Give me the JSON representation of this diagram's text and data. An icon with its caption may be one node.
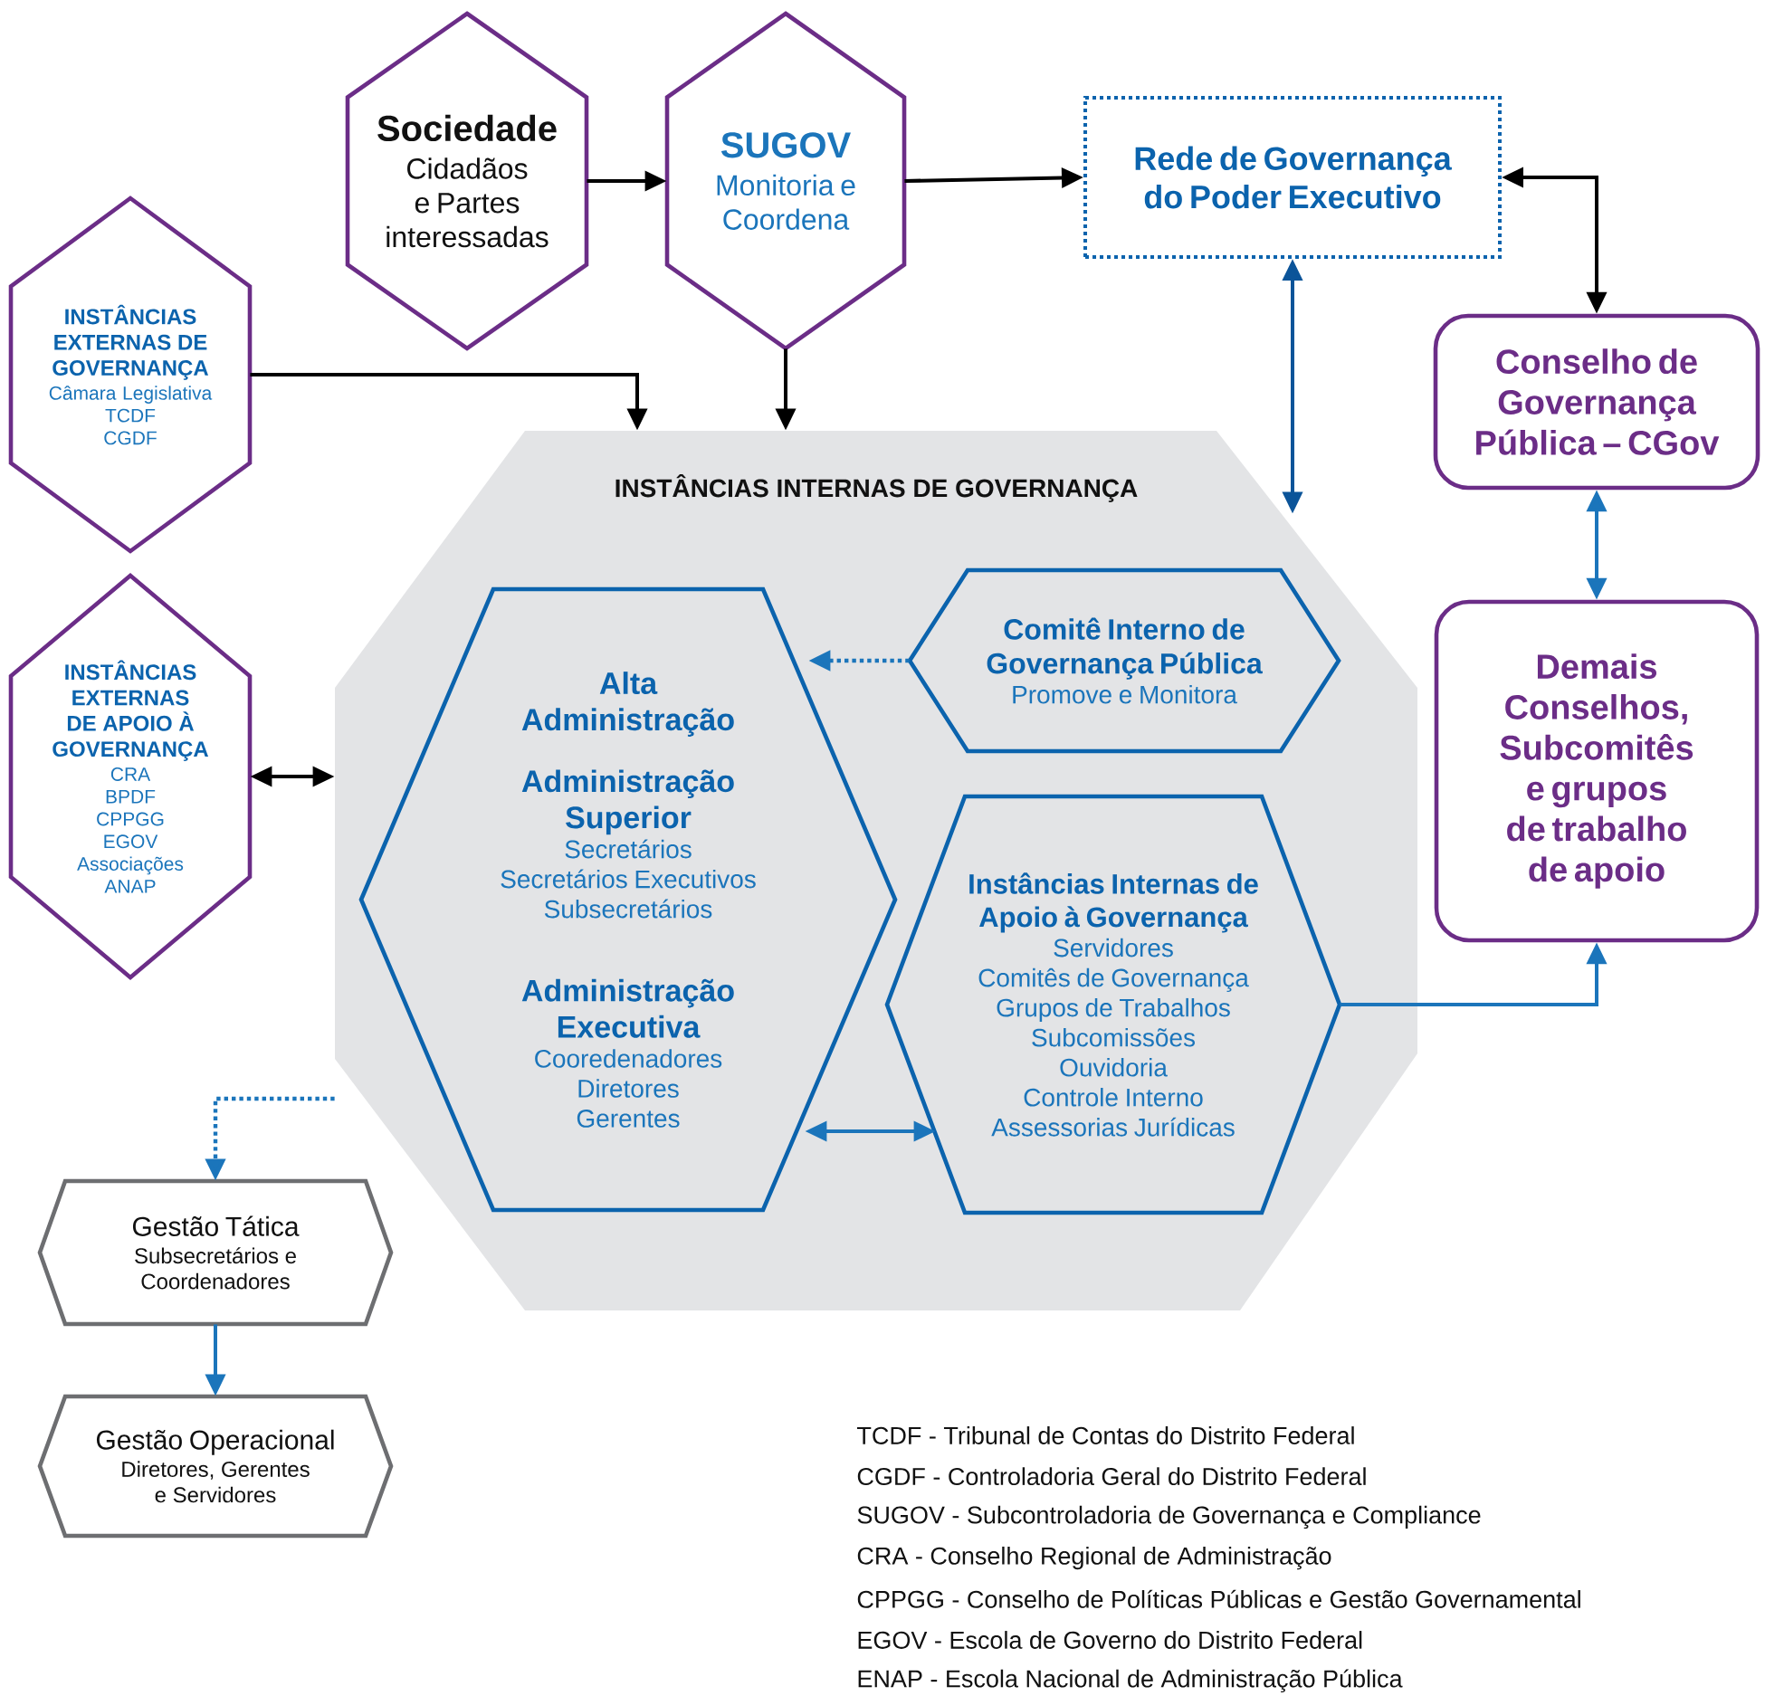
{
  "diagram": {
    "nodes": [
      {
        "text": [
          "Sociedade",
          "Cidadãos e Partes interessadas"
        ]
      },
      {
        "text": [
          "SUGOV",
          "Monitoria e Coordena"
        ]
      },
      {
        "text": [
          "Rede de Governança do Poder Executivo"
        ]
      },
      {
        "text": [
          "INSTÂNCIAS EXTERNAS DE GOVERNANÇA",
          "Câmara Legislativa",
          "TCDF",
          "CGDF"
        ]
      },
      {
        "text": [
          "Conselho de Governança Pública – CGov"
        ]
      },
      {
        "text": [
          "INSTÂNCIAS INTERNAS DE GOVERNANÇA"
        ]
      },
      {
        "text": [
          "Alta Administração",
          "Administração Superior",
          "Secretários",
          "Secretários Executivos",
          "Subsecretários",
          "Administração Executiva",
          "Cooredenadores",
          "Diretores",
          "Gerentes"
        ],
        "in": 5
      },
      {
        "text": [
          "Comitê Interno de Governança Pública",
          "Promove e Monitora"
        ],
        "in": 5
      },
      {
        "text": [
          "Instâncias Internas de Apoio à Governança",
          "Servidores",
          "Comitês de Governança",
          "Grupos de Trabalhos",
          "Subcomissões",
          "Ouvidoria",
          "Controle Interno",
          "Assessorias Jurídicas"
        ],
        "in": 5
      },
      {
        "text": [
          "INSTÂNCIAS EXTERNAS DE APOIO À GOVERNANÇA",
          "CRA",
          "BPDF",
          "CPPGG",
          "EGOV",
          "Associações",
          "ANAP"
        ]
      },
      {
        "text": [
          "Demais Conselhos, Subcomitês e grupos de trabalho de apoio"
        ]
      },
      {
        "text": [
          "Gestão Tática",
          "Subsecretários e Coordenadores"
        ]
      },
      {
        "text": [
          "Gestão Operacional",
          "Diretores, Gerentes e Servidores"
        ]
      }
    ],
    "edges": [
      {
        "from": 0,
        "to": 1,
        "arrow": "to",
        "color": "#000000"
      },
      {
        "from": 1,
        "to": 2,
        "arrow": "to",
        "color": "#000000"
      },
      {
        "from": 2,
        "to": 4,
        "arrow": "both",
        "color": "#000000"
      },
      {
        "from": 2,
        "to": 5,
        "arrow": "both",
        "color": "#0b5499"
      },
      {
        "from": 3,
        "to": 5,
        "arrow": "to",
        "color": "#000000"
      },
      {
        "from": 1,
        "to": 5,
        "arrow": "to",
        "color": "#000000"
      },
      {
        "from": 9,
        "to": 5,
        "arrow": "both",
        "color": "#000000"
      },
      {
        "from": 4,
        "to": 10,
        "arrow": "both",
        "color": "#1b75bb"
      },
      {
        "from": 7,
        "to": 6,
        "arrow": "to",
        "style": "dashed",
        "color": "#1b75bb"
      },
      {
        "from": 6,
        "to": 8,
        "arrow": "both",
        "color": "#1b75bb"
      },
      {
        "from": 8,
        "to": 10,
        "arrow": "to",
        "color": "#1b75bb"
      },
      {
        "from": 5,
        "to": 11,
        "arrow": "to",
        "style": "dashed",
        "color": "#1b75bb"
      },
      {
        "from": 11,
        "to": 12,
        "arrow": "to",
        "color": "#1b75bb"
      }
    ],
    "labels": [
      "TCDF - Tribunal de Contas do Distrito Federal",
      "CGDF - Controladoria Geral do Distrito Federal",
      "SUGOV - Subcontroladoria de Governança e Compliance",
      "CRA - Conselho Regional de Administração",
      "CPPGG - Conselho de Políticas Públicas e Gestão Governamental",
      "EGOV - Escola de Governo do Distrito Federal",
      "ENAP - Escola Nacional de Administração Pública"
    ]
  }
}
